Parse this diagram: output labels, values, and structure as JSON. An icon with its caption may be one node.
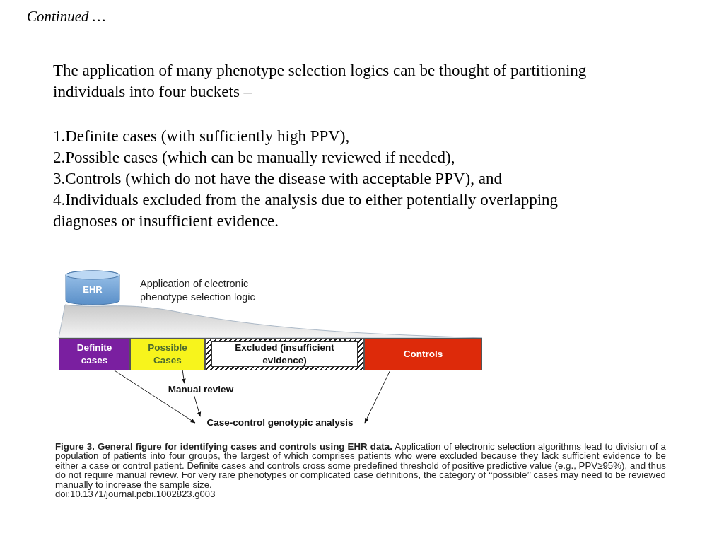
{
  "diagram": {
    "nodes": [
      {
        "text": [
          "EHR"
        ]
      },
      {
        "text": [],
        "shape": "funnel"
      },
      {
        "text": [
          "Definite cases"
        ]
      },
      {
        "text": [
          "Possible Cases"
        ]
      },
      {
        "text": [
          "Excluded (insufficient evidence)"
        ]
      },
      {
        "text": [
          "Controls"
        ]
      },
      {
        "text": [
          "Manual review"
        ]
      },
      {
        "text": [
          "Case-control genotypic analysis"
        ]
      }
    ],
    "edges": [
      {
        "from": 2,
        "to": 7,
        "arrow": "to"
      },
      {
        "from": 3,
        "to": 6,
        "arrow": "to"
      },
      {
        "from": 6,
        "to": 7,
        "arrow": "to"
      },
      {
        "from": 5,
        "to": 7,
        "arrow": "to"
      }
    ],
    "labels": [
      "Continued …",
      "The application of many phenotype selection logics can be thought of partitioning individuals into four buckets –",
      "1.Definite cases (with sufficiently high PPV),",
      "2.Possible cases (which can be manually reviewed if needed),",
      "3.Controls (which do not have the disease with acceptable PPV), and",
      "4.Individuals excluded from the analysis due to either potentially overlapping diagnoses or insufficient evidence.",
      "Application of electronic phenotype selection logic",
      "**Figure 3. General figure for identifying cases and controls using EHR data.** Application of electronic selection algorithms lead to division of a population of patients into four groups, the largest of which comprises patients who were excluded because they lack sufficient evidence to be either a case or control patient. Definite cases and controls cross some predefined threshold of positive predictive value (e.g., PPV≥95%), and thus do not require manual review. For very rare phenotypes or complicated case definitions, the category of ‘‘possible’’ cases may need to be reviewed manually to increase the sample size.",
      "doi:10.1371/journal.pcbi.1002823.g003"
    ]
  }
}
